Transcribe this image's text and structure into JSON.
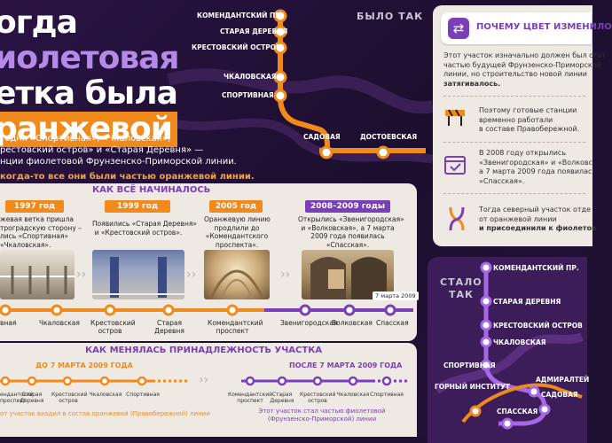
{
  "title": {
    "line1": "огда",
    "line2": "иолетовая",
    "line3": "етка была",
    "line4": "ранжевой"
  },
  "intro": {
    "line1": "годня «Спортивная», «Чкаловская»,",
    "line2": "рестовский остров» и «Старая Деревня» —",
    "line3": "нции фиолетовой Фрунзенско-Приморской линии.",
    "line4": "когда-то все они были частью оранжевой линии."
  },
  "top_map": {
    "stamp": "БЫЛО ТАК",
    "stations": [
      "КОМЕНДАНТСКИЙ ПР.",
      "СТАРАЯ ДЕРЕВНЯ",
      "КРЕСТОВСКИЙ ОСТРОВ",
      "ЧКАЛОВСКАЯ",
      "СПОРТИВНАЯ",
      "САДОВАЯ",
      "ДОСТОЕВСКАЯ"
    ]
  },
  "why_panel": {
    "header": "ПОЧЕМУ ЦВЕТ ИЗМЕНИЛО",
    "text1_a": "Этот участок изначально должен был стат",
    "text1_b": "частью будущей Фрунзенско-Приморской",
    "text1_c": "линии, но строительство новой линии",
    "text1_d": "затягивалось.",
    "text2_a": "Поэтому готовые станции",
    "text2_b": "временно работали",
    "text2_c": "в составе Правобережной.",
    "text3_a": "В 2008 году открылись",
    "text3_b": "«Звенигородская» и «Волковс",
    "text3_c": "а 7 марта 2009 года появилас",
    "text3_d": "«Спасская».",
    "text4_a": "Тогда северный участок отде",
    "text4_b": "от оранжевой линии",
    "text4_c": "и присоединили к фиолетов",
    "icons": [
      "arrows-cycle-icon",
      "barrier-icon",
      "calendar-check-icon",
      "split-merge-icon"
    ]
  },
  "timeline": {
    "header": "КАК ВСЁ НАЧИНАЛОСЬ",
    "years": [
      "1997 год",
      "1999 год",
      "2005 год",
      "2008–2009 годы"
    ],
    "captions": [
      [
        "жевая ветка пришла",
        "троградскую сторону –",
        "лись «Спортивная»",
        "«Чкаловская»."
      ],
      [
        "Появились «Старая Деревня»",
        "и «Крестовский остров»."
      ],
      [
        "Оранжевую линию",
        "продлили до",
        "«Комендантского",
        "проспекта»."
      ],
      [
        "Открылись «Звенигородская»",
        "и «Волковская», а 7 марта",
        "2009 года появилась",
        "«Спасская»."
      ]
    ],
    "photo_badge": "7 марта 2009",
    "stations": [
      "вная",
      "Чкаловская",
      "Крестовский остров",
      "Старая Деревня",
      "Комендантский проспект",
      "Звенигородская",
      "Волковская",
      "Спасская"
    ]
  },
  "ownership": {
    "header": "КАК МЕНЯЛАСЬ ПРИНАДЛЕЖНОСТЬ УЧАСТКА",
    "before_label": "ДО 7 МАРТА 2009 ГОДА",
    "after_label": "ПОСЛЕ 7 МАРТА 2009 ГОДА",
    "before_stations": [
      "ендантский проспект",
      "Старая Деревня",
      "Крестовский остров",
      "Чкаловская",
      "Спортивная"
    ],
    "after_stations": [
      "Комендантский проспект",
      "Старая Деревня",
      "Крестовский остров",
      "Чкаловская",
      "Спортивная"
    ],
    "before_note": "от участок входил в состав оранжевой (Правобережной) линии",
    "after_note_a": "Этот участок стал частью фиолетовой",
    "after_note_b": "(Фрунзенско-Приморской) линии"
  },
  "bottom_map": {
    "stamp_a": "СТАЛО",
    "stamp_b": "ТАК",
    "stations": [
      "КОМЕНДАНТСКИЙ ПР.",
      "СТАРАЯ ДЕРЕВНЯ",
      "КРЕСТОВСКИЙ ОСТРОВ",
      "ЧКАЛОВСКАЯ",
      "СПОРТИВНАЯ",
      "ГОРНЫЙ ИНСТИТУТ",
      "АДМИРАЛТЕЙ",
      "САДОВАЯ",
      "СПАССКАЯ"
    ]
  },
  "colors": {
    "orange": "#f08a1c",
    "purple": "#7a3fb8",
    "background": "#1e1030",
    "panel": "#efe9e3"
  }
}
